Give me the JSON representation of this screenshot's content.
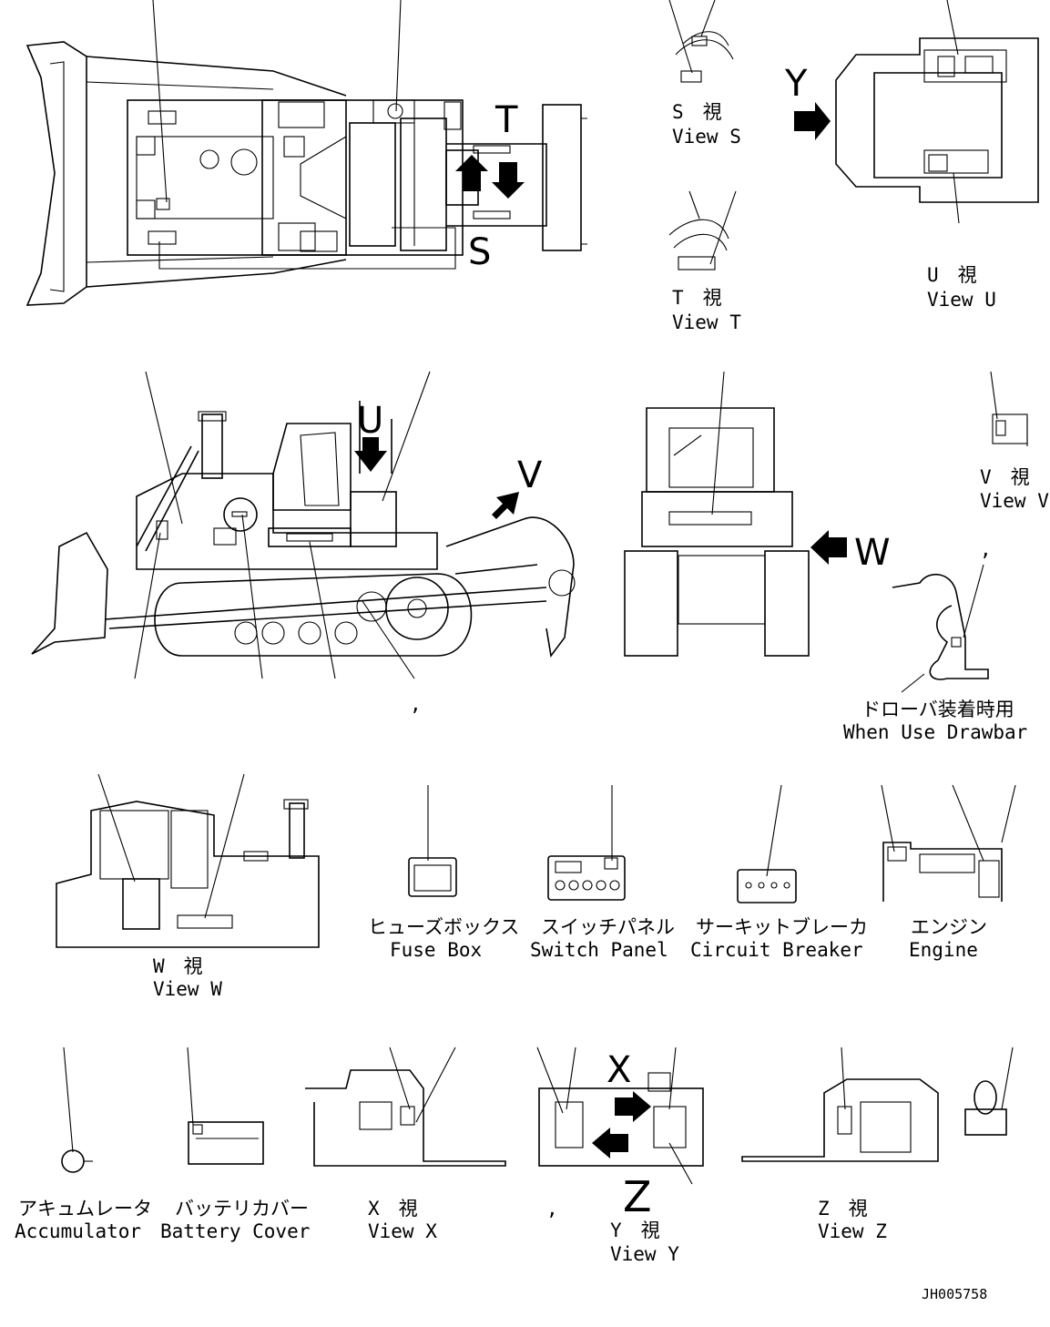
{
  "views": {
    "S": {
      "jp": "S　視",
      "en": "View S"
    },
    "T": {
      "jp": "T　視",
      "en": "View T"
    },
    "U": {
      "jp": "U　視",
      "en": "View U"
    },
    "V": {
      "jp": "V　視",
      "en": "View V"
    },
    "W": {
      "jp": "W　視",
      "en": "View W"
    },
    "X": {
      "jp": "X　視",
      "en": "View X"
    },
    "Y": {
      "jp": "Y　視",
      "en": "View Y"
    },
    "Z": {
      "jp": "Z　視",
      "en": "View Z"
    }
  },
  "letters": {
    "S": "S",
    "T": "T",
    "U": "U",
    "V": "V",
    "W": "W",
    "X": "X",
    "Y": "Y",
    "Z": "Z"
  },
  "drawbar": {
    "jp": "ドローバ装着時用",
    "en": "When Use Drawbar"
  },
  "components": {
    "fuse_box": {
      "jp": "ヒューズボックス",
      "en": "Fuse Box"
    },
    "switch_panel": {
      "jp": "スイッチパネル",
      "en": "Switch Panel"
    },
    "circuit_breaker": {
      "jp": "サーキットブレーカ",
      "en": "Circuit Breaker"
    },
    "engine": {
      "jp": "エンジン",
      "en": "Engine"
    },
    "accumulator": {
      "jp": "アキュムレータ",
      "en": "Accumulator"
    },
    "battery_cover": {
      "jp": "バッテリカバー",
      "en": "Battery Cover"
    }
  },
  "marks": {
    "comma": ","
  },
  "drawing_number": "JH005758"
}
